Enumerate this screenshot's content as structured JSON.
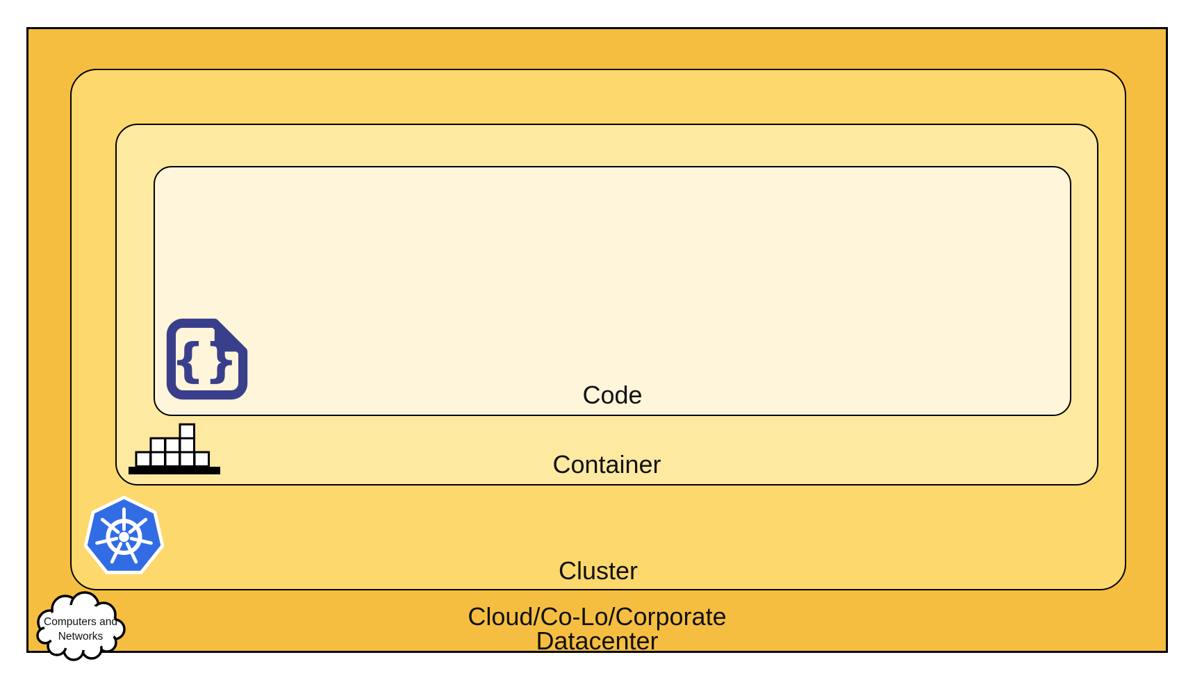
{
  "diagram": {
    "title_implicit": "Nested deployment layers",
    "layers": {
      "code": {
        "label": "Code",
        "color": "#FEF5DA"
      },
      "container": {
        "label": "Container",
        "color": "#FDE9A0"
      },
      "cluster": {
        "label": "Cluster",
        "color": "#FCD86D"
      },
      "datacenter": {
        "label_line1": "Cloud/Co-Lo/Corporate",
        "label_line2": "Datacenter",
        "color": "#F6BE40"
      }
    },
    "cloud_callout": {
      "line1": "Computers and",
      "line2": "Networks"
    },
    "icons": {
      "code": {
        "name": "code-file-icon",
        "glyph": "{}"
      },
      "container": {
        "name": "container-blocks-icon"
      },
      "cluster": {
        "name": "kubernetes-icon"
      },
      "datacenter": {
        "name": "cloud-icon"
      }
    },
    "colors": {
      "border": "#000000",
      "icon_navy": "#3A3F8C",
      "kubernetes_blue": "#326CE5",
      "block_fill": "#FFFFFF",
      "cloud_fill": "#FFFFFF",
      "label_text": "#111111"
    }
  }
}
